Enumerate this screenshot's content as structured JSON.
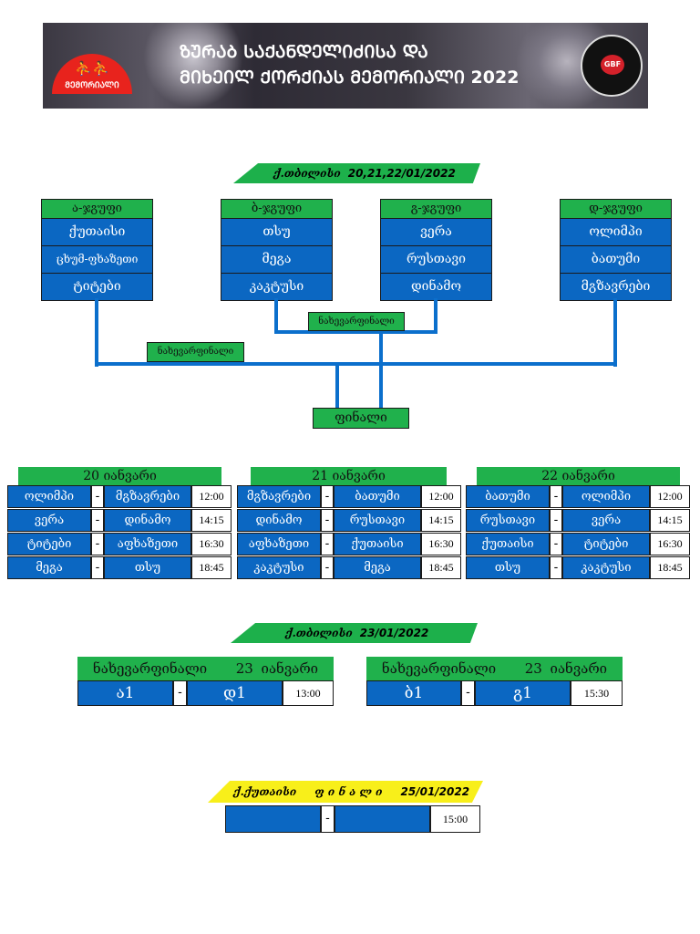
{
  "banner": {
    "title_line1": "ᲖᲣᲠᲐᲑ ᲡᲐᲥᲐᲜᲓᲔᲚᲘᲫᲘᲡᲐ ᲓᲐ",
    "title_line2": "ᲛᲘᲮᲔᲘᲚ ᲥᲝᲠᲥᲘᲐᲡ ᲛᲔᲛᲝᲠᲘᲐᲚᲘ 2022",
    "logo_left_text": "ᲛᲔᲛᲝᲠᲘᲐᲚᲘ",
    "logo_right_text": "GBF"
  },
  "group_stage": {
    "ribbon_city": "ქ.თბილისი",
    "ribbon_dates": "20,21,22/01/2022",
    "groups": [
      {
        "name": "ა-ჯგუფი",
        "teams": [
          "ქუთაისი",
          "ცხუმ-ფხაზეთი",
          "ტიტები"
        ]
      },
      {
        "name": "ბ-ჯგუფი",
        "teams": [
          "თსუ",
          "მეგა",
          "კაკტუსი"
        ]
      },
      {
        "name": "გ-ჯგუფი",
        "teams": [
          "ვერა",
          "რუსთავი",
          "დინამო"
        ]
      },
      {
        "name": "დ-ჯგუფი",
        "teams": [
          "ოლიმპი",
          "ბათუმი",
          "მგზავრები"
        ]
      }
    ]
  },
  "bracket": {
    "semifinal_label_1": "ნახევარფინალი",
    "semifinal_label_2": "ნახევარფინალი",
    "final_label": "ფინალი"
  },
  "schedule": [
    {
      "date": "20  იანვარი",
      "games": [
        {
          "home": "ოლიმპი",
          "sep": "-",
          "away": "მგზავრები",
          "time": "12:00"
        },
        {
          "home": "ვერა",
          "sep": "-",
          "away": "დინამო",
          "time": "14:15"
        },
        {
          "home": "ტიტები",
          "sep": "-",
          "away": "აფხაზეთი",
          "time": "16:30"
        },
        {
          "home": "მეგა",
          "sep": "-",
          "away": "თსუ",
          "time": "18:45"
        }
      ]
    },
    {
      "date": "21  იანვარი",
      "games": [
        {
          "home": "მგზავრები",
          "sep": "-",
          "away": "ბათუმი",
          "time": "12:00"
        },
        {
          "home": "დინამო",
          "sep": "-",
          "away": "რუსთავი",
          "time": "14:15"
        },
        {
          "home": "აფხაზეთი",
          "sep": "-",
          "away": "ქუთაისი",
          "time": "16:30"
        },
        {
          "home": "კაკტუსი",
          "sep": "-",
          "away": "მეგა",
          "time": "18:45"
        }
      ]
    },
    {
      "date": "22  იანვარი",
      "games": [
        {
          "home": "ბათუმი",
          "sep": "-",
          "away": "ოლიმპი",
          "time": "12:00"
        },
        {
          "home": "რუსთავი",
          "sep": "-",
          "away": "ვერა",
          "time": "14:15"
        },
        {
          "home": "ქუთაისი",
          "sep": "-",
          "away": "ტიტები",
          "time": "16:30"
        },
        {
          "home": "თსუ",
          "sep": "-",
          "away": "კაკტუსი",
          "time": "18:45"
        }
      ]
    }
  ],
  "semifinals": {
    "ribbon_city": "ქ.თბილისი",
    "ribbon_date": "23/01/2022",
    "games": [
      {
        "title": "ნახევარფინალი",
        "date": "23 იანვარი",
        "home": "ა1",
        "sep": "-",
        "away": "დ1",
        "time": "13:00"
      },
      {
        "title": "ნახევარფინალი",
        "date": "23 იანვარი",
        "home": "ბ1",
        "sep": "-",
        "away": "გ1",
        "time": "15:30"
      }
    ]
  },
  "final": {
    "ribbon_city": "ქ.ქუთაისი",
    "ribbon_title": "ფ ი ნ ა ლ ი",
    "ribbon_date": "25/01/2022",
    "home": "",
    "sep": "-",
    "away": "",
    "time": "15:00"
  },
  "colors": {
    "team_blue": "#0b67c2",
    "header_green": "#20b14c",
    "ribbon_green": "#1db04b",
    "ribbon_yellow": "#f8ef1a",
    "line_blue": "#0b6fcc"
  }
}
